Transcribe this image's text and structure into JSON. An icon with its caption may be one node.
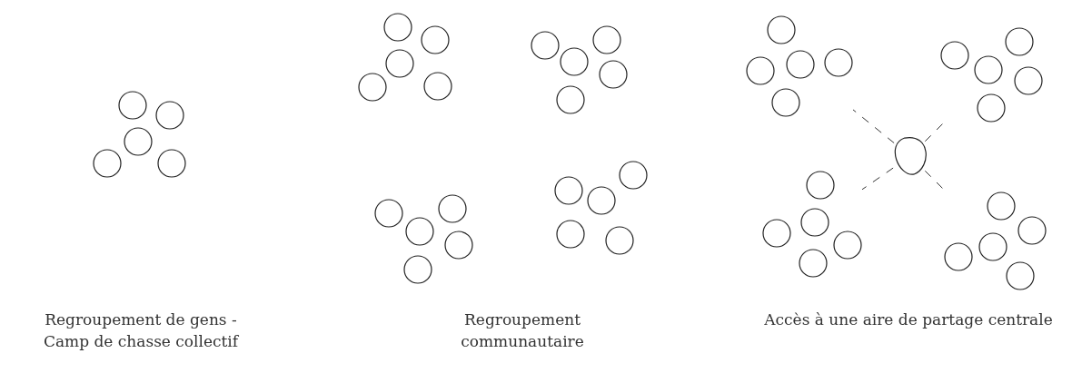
{
  "diagram": {
    "nodes": [
      {
        "text": [],
        "shape": "picture"
      },
      {
        "text": [],
        "shape": "picture"
      },
      {
        "text": [],
        "shape": "picture"
      },
      {
        "text": [],
        "shape": "picture"
      },
      {
        "text": [],
        "shape": "picture"
      },
      {
        "text": [],
        "shape": "picture"
      },
      {
        "text": [],
        "shape": "picture"
      },
      {
        "text": [],
        "shape": "circle"
      },
      {
        "text": [],
        "shape": "picture"
      },
      {
        "text": [],
        "shape": "picture"
      }
    ],
    "edges": [
      {
        "from": 7,
        "to": 5,
        "arrow": "none",
        "style": "dashed"
      },
      {
        "from": 7,
        "to": 6,
        "arrow": "none",
        "style": "dashed"
      },
      {
        "from": 7,
        "to": 8,
        "arrow": "none",
        "style": "dashed"
      },
      {
        "from": 7,
        "to": 9,
        "arrow": "none",
        "style": "dashed"
      }
    ],
    "labels": [
      "Regroupement de gens - Camp de chasse collectif",
      "Regroupement communautaire",
      "Accès à une aire de partage centrale"
    ]
  }
}
